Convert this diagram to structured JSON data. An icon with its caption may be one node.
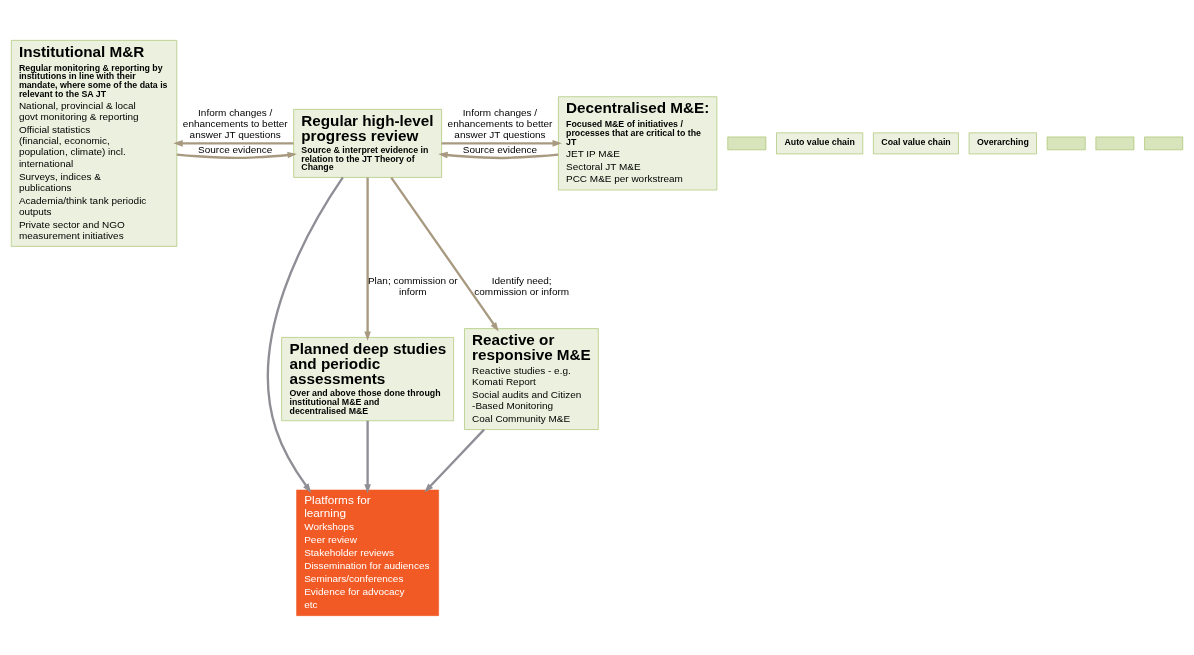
{
  "diagram": {
    "nodes": [
      {
        "text": [
          "Institutional M&R",
          "Regular monitoring & reporting by institutions in line with their mandate, where some of the data is relevant to the SA JT",
          "National, provincial & local govt monitoring & reporting",
          "Official statistics (financial, economic, population, climate) incl. international",
          "Surveys, indices & publications",
          "Academia/think tank periodic outputs",
          "Private sector and NGO measurement initiatives"
        ]
      },
      {
        "text": [
          "Regular high-level progress review",
          "Source & interpret evidence in relation to the JT Theory of Change"
        ]
      },
      {
        "text": [],
        "shape": "box"
      },
      {
        "text": [
          "Auto value chain"
        ]
      },
      {
        "text": [
          "Coal value chain"
        ]
      },
      {
        "text": [
          "Overarching"
        ]
      },
      {
        "text": [
          "Decentralised M&E:",
          "Focused M&E of initiatives / processes that are critical to the JT",
          "JET IP M&E",
          "Sectoral JT M&E",
          "PCC M&E per workstream"
        ]
      },
      {
        "text": [
          "Platforms for learning",
          "Workshops",
          "Peer review",
          "Stakeholder reviews",
          "Dissemination for audiences",
          "Seminars/conferences",
          "Evidence for advocacy",
          "etc"
        ]
      },
      {
        "text": [],
        "shape": "box"
      },
      {
        "text": [],
        "shape": "box"
      },
      {
        "text": [],
        "shape": "box"
      },
      {
        "text": [
          "Planned deep studies and periodic assessments",
          "Over and above those done through institutional M&E and decentralised M&E"
        ]
      },
      {
        "text": [
          "Reactive or responsive M&E",
          "Reactive studies - e.g. Komati Report",
          "Social audits and Citizen -Based Monitoring",
          "Coal Community M&E"
        ]
      }
    ],
    "edges": [
      {
        "from": 0,
        "to": 1,
        "arrow": "to",
        "label": "Source evidence"
      },
      {
        "from": 1,
        "to": 0,
        "arrow": "to",
        "label": "Inform changes / enhancements to better answer JT questions"
      },
      {
        "from": 6,
        "to": 1,
        "arrow": "to",
        "label": "Source evidence"
      },
      {
        "from": 1,
        "to": 6,
        "arrow": "to",
        "label": "Inform changes / enhancements to better answer JT questions"
      },
      {
        "from": 1,
        "to": 12,
        "arrow": "to",
        "label": "Identify need; commission or inform"
      },
      {
        "from": 1,
        "to": 7,
        "arrow": "to",
        "color": "#8e8e96"
      },
      {
        "from": 1,
        "to": 11,
        "arrow": "to",
        "label": "Plan; commission or inform"
      },
      {
        "from": 12,
        "to": 7,
        "arrow": "to",
        "color": "#8e8e96"
      },
      {
        "from": 11,
        "to": 7,
        "arrow": "to",
        "color": "#8e8e96"
      }
    ]
  }
}
